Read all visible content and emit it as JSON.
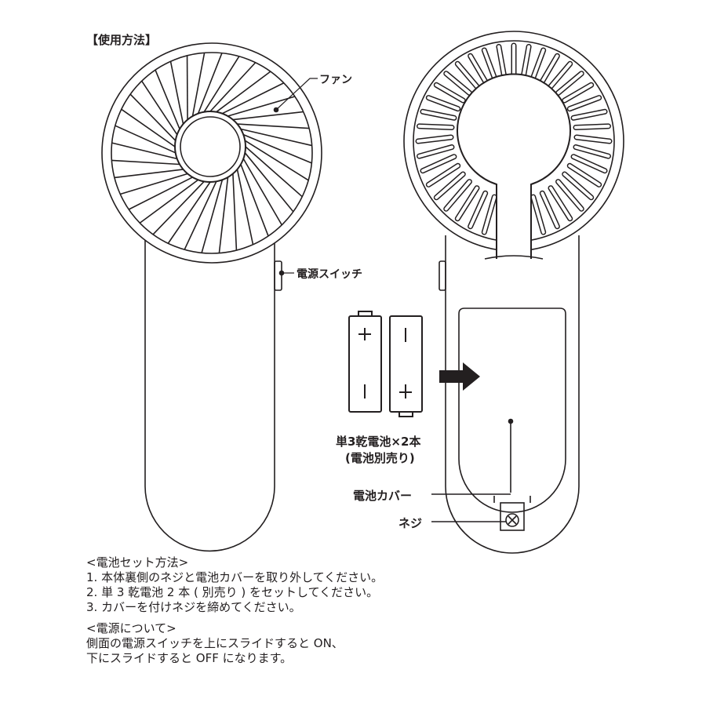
{
  "title": "【使用方法】",
  "labels": {
    "fan": "ファン",
    "power_switch": "電源スイッチ",
    "battery_line1": "単3乾電池×2本",
    "battery_line2": "(電池別売り)",
    "battery_cover": "電池カバー",
    "screw": "ネジ"
  },
  "battery_set": {
    "heading": "<電池セット方法>",
    "steps": [
      "1. 本体裏側のネジと電池カバーを取り外してください。",
      "2. 単 3 乾電池 2 本 ( 別売り ) をセットしてください。",
      "3. カバーを付けネジを締めてください。"
    ]
  },
  "power": {
    "heading": "<電源について>",
    "lines": [
      "側面の電源スイッチを上にスライドすると ON、",
      "下にスライドすると OFF になります。"
    ]
  },
  "colors": {
    "ink": "#231f20"
  }
}
